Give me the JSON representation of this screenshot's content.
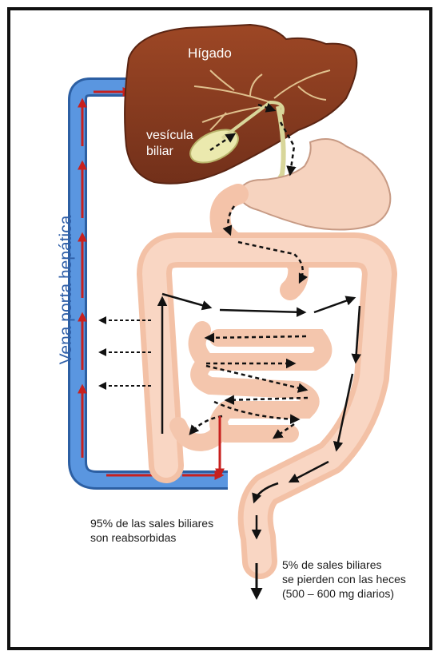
{
  "labels": {
    "liver": "Hígado",
    "gallbladder_line1": "vesícula",
    "gallbladder_line2": "biliar",
    "portal_vein": "Vena porta hepática",
    "reabsorbed_line1": "95% de las sales biliares",
    "reabsorbed_line2": "son reabsorbidas",
    "lost_line1": "5% de sales biliares",
    "lost_line2": "se pierden con las heces",
    "lost_line3": "(500 – 600 mg diarios)"
  },
  "colors": {
    "liver": "#8b3a1e",
    "gallbladder": "#e7e6a6",
    "intestine": "#f7c9b1",
    "portal_vein": "#4a86d4",
    "flow_arrows": "#c8201e",
    "bile_path": "#111111"
  }
}
